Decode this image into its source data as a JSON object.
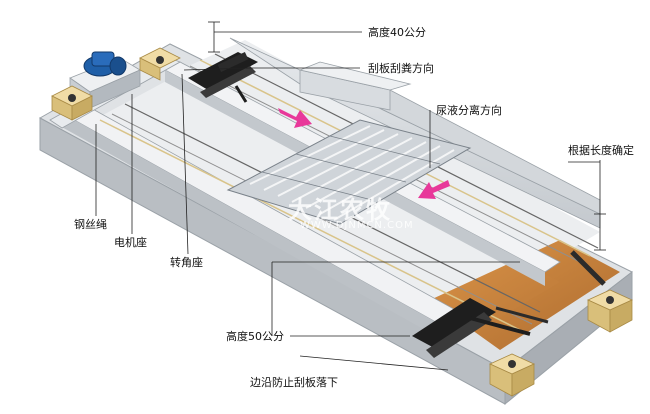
{
  "labels": {
    "height_40": "高度40公分",
    "scraper_direction": "刮板刮粪方向",
    "urine_direction": "尿液分离方向",
    "length_custom": "根据长度确定",
    "wire_rope": "钢丝绳",
    "motor_base": "电机座",
    "corner_base": "转角座",
    "height_50": "高度50公分",
    "edge_guard": "边沿防止刮板落下"
  },
  "watermark": {
    "brand": "大江农牧",
    "url": "WWW.DJNMCN.COM"
  },
  "colors": {
    "concrete_light": "#e4e7ea",
    "concrete_mid": "#c9ced3",
    "concrete_dark": "#a9b0b6",
    "channel_floor": "#eef0f2",
    "scraper": "#1e1e1e",
    "motor": "#1f5fa8",
    "arrow": "#e8389a",
    "wood_block": "#e9d59c",
    "copper": "#c77a2a"
  }
}
